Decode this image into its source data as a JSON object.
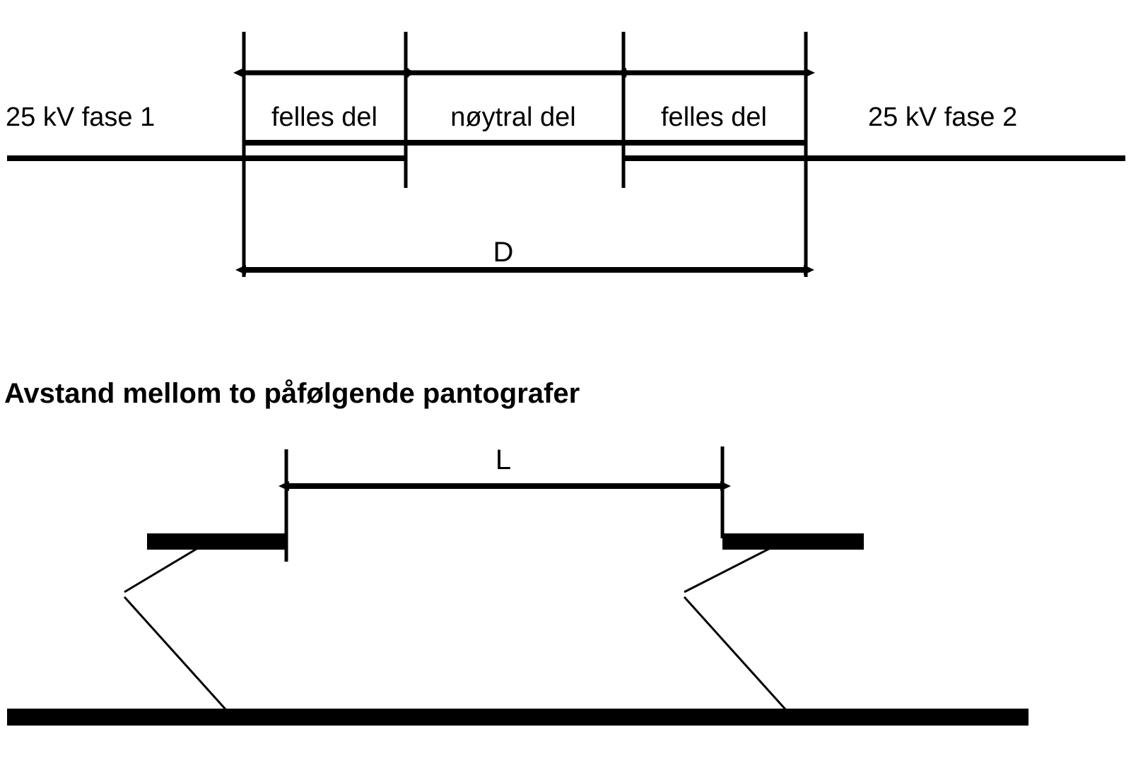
{
  "diagram": {
    "title_caption": "Avstand mellom to påfølgende pantografer",
    "colors": {
      "stroke": "#000000",
      "background": "#ffffff"
    },
    "top_section": {
      "left_phase_label": "25 kV fase 1",
      "right_phase_label": "25 kV fase 2",
      "segments": [
        {
          "label": "felles del"
        },
        {
          "label": "nøytral del"
        },
        {
          "label": "felles del"
        }
      ],
      "overall_dimension_label": "D"
    },
    "bottom_section": {
      "dimension_label": "L"
    }
  }
}
